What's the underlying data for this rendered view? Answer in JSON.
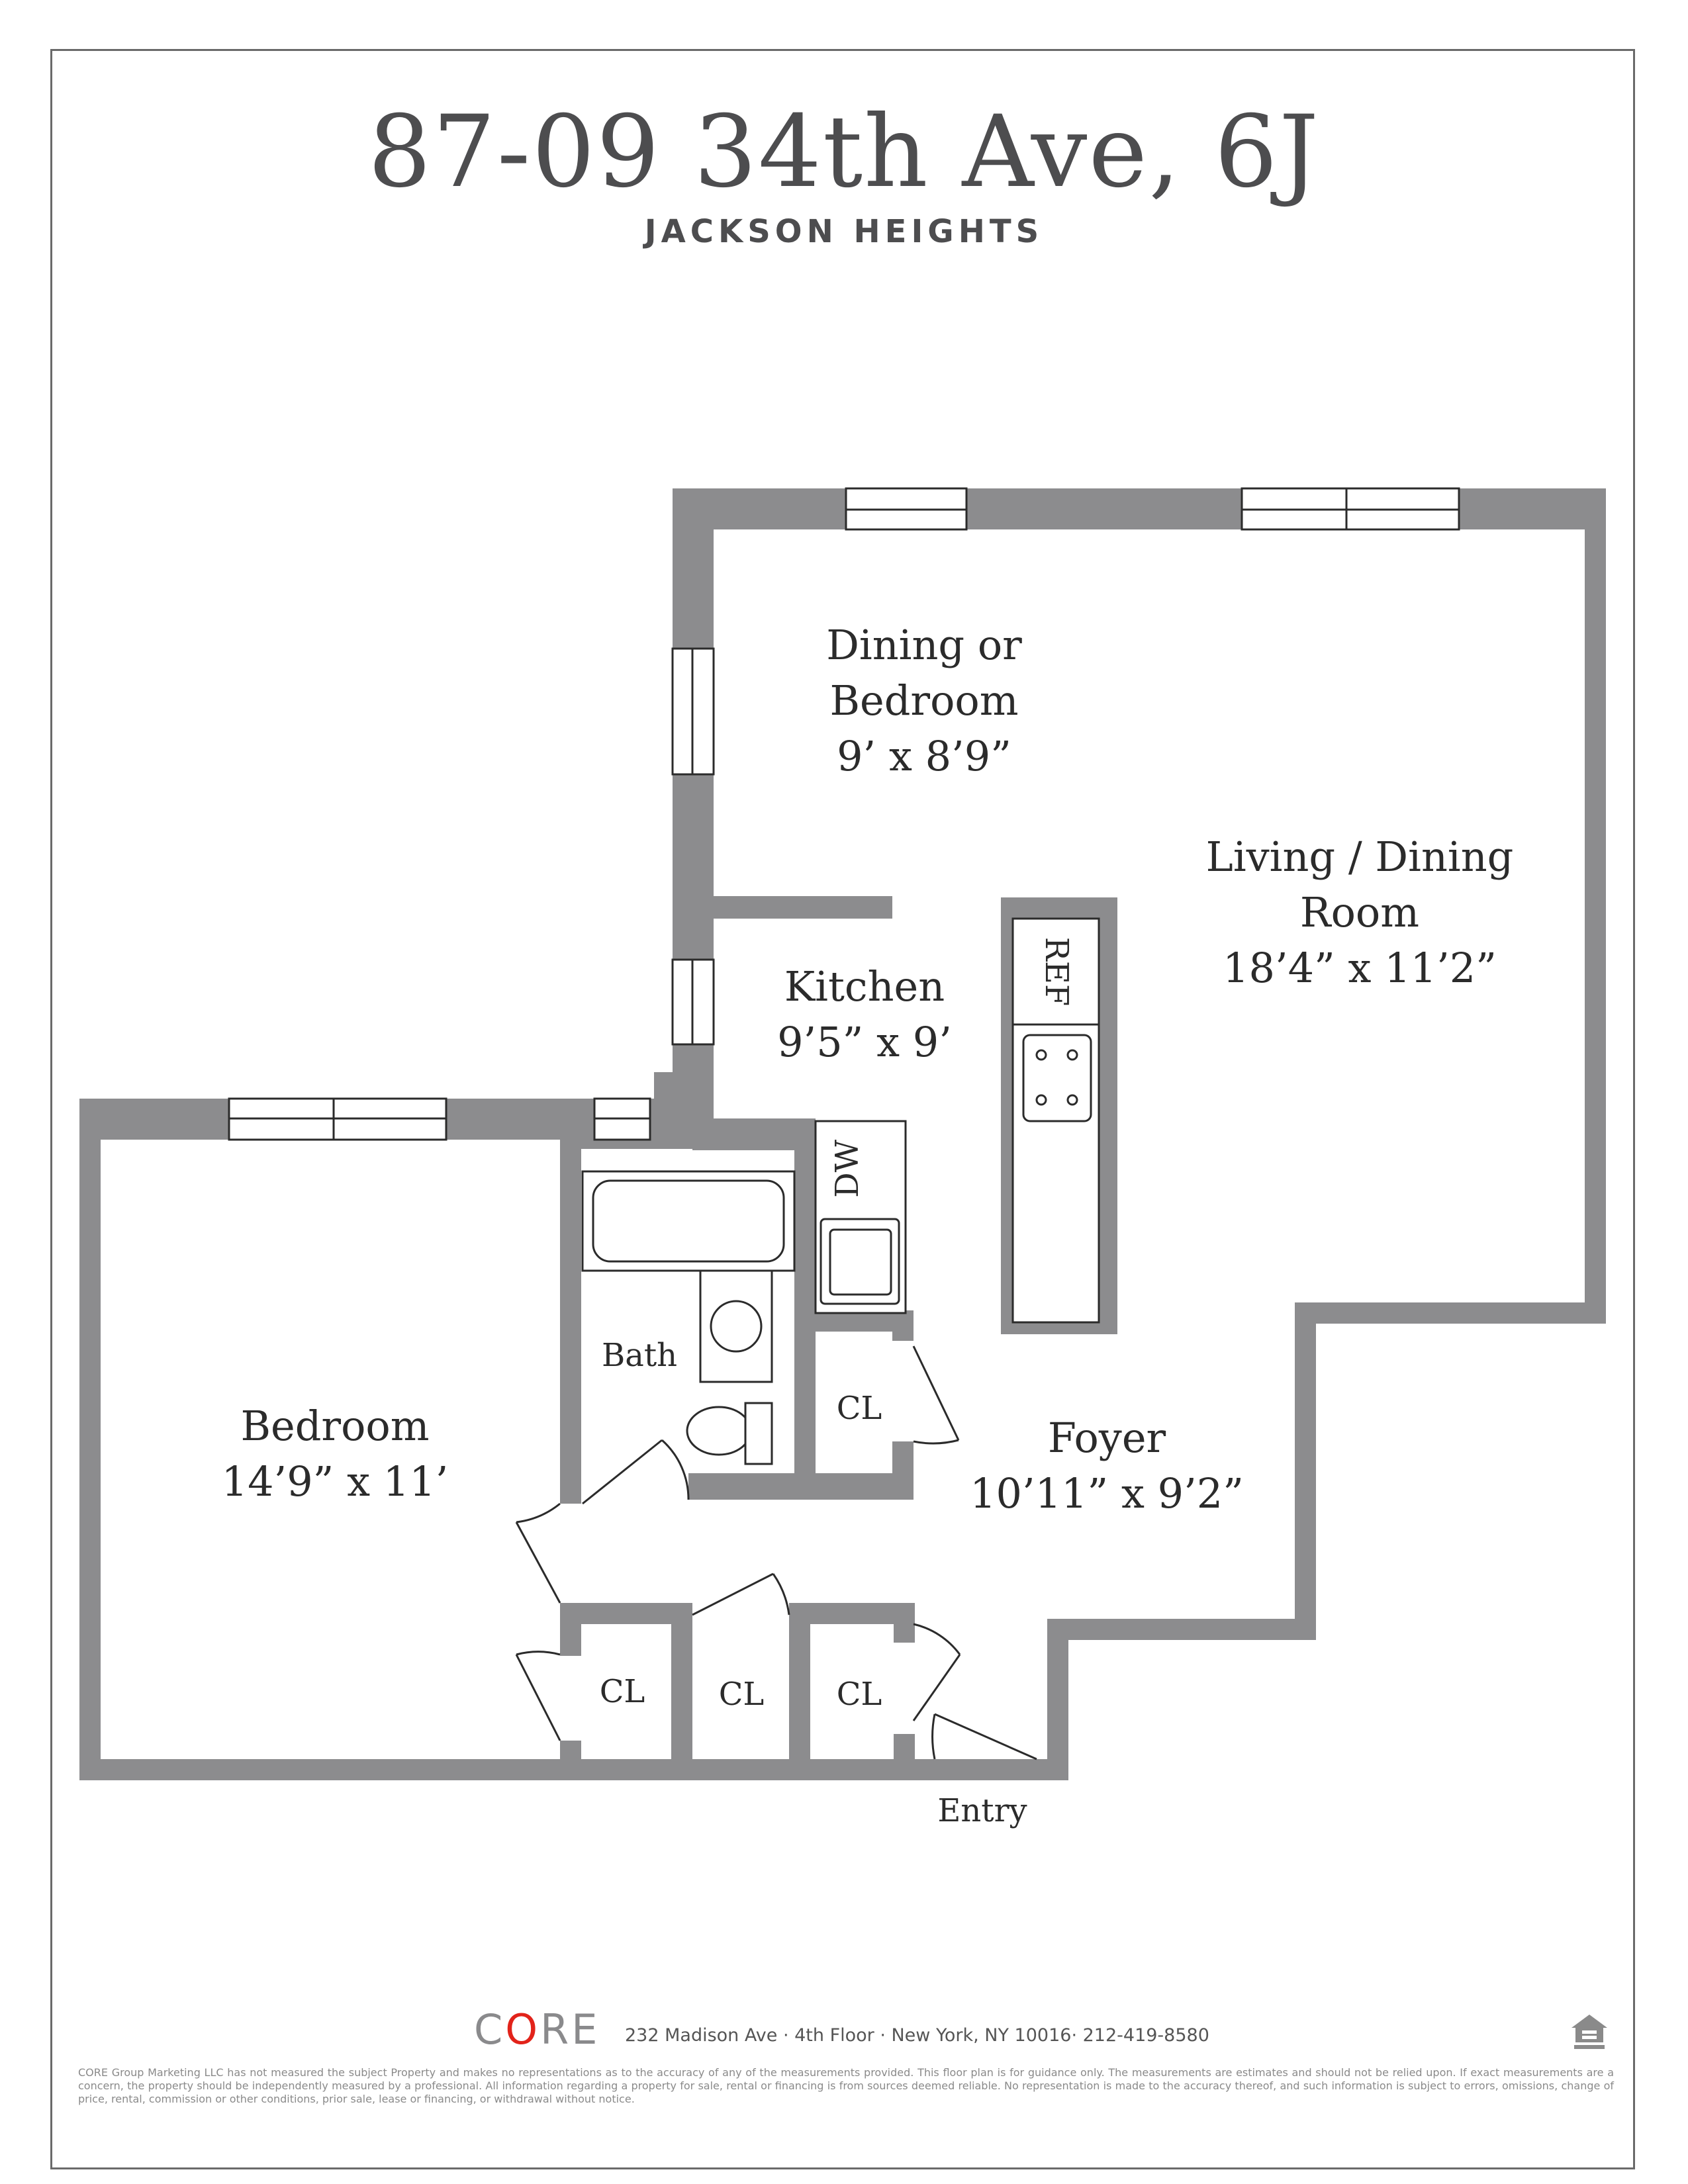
{
  "header": {
    "title": "87-09 34th Ave, 6J",
    "subtitle": "JACKSON HEIGHTS"
  },
  "rooms": {
    "dining_or_bedroom": {
      "name_line1": "Dining or",
      "name_line2": "Bedroom",
      "size": "9’ x 8’9”"
    },
    "living_dining": {
      "name_line1": "Living / Dining",
      "name_line2": "Room",
      "size": "18’4” x 11’2”"
    },
    "kitchen": {
      "name": "Kitchen",
      "size": "9’5” x 9’"
    },
    "bedroom": {
      "name": "Bedroom",
      "size": "14’9” x 11’"
    },
    "bath": {
      "name": "Bath"
    },
    "foyer": {
      "name": "Foyer",
      "size": "10’11” x 9’2”"
    },
    "closets": {
      "cl1": "CL",
      "cl2": "CL",
      "cl3": "CL",
      "cl4": "CL"
    },
    "entry": "Entry"
  },
  "appliances": {
    "ref": "REF",
    "dw": "DW"
  },
  "footer": {
    "logo_pre": "C",
    "logo_o": "O",
    "logo_post": "RE",
    "address": "232 Madison Ave · 4th Floor · New York, NY 10016· 212-419-8580",
    "disclaimer": "CORE Group Marketing LLC has not measured the subject Property and makes no representations as to the accuracy of any of the measurements provided. This floor plan is for guidance only. The measurements are estimates and should not be relied upon. If exact measurements are a concern, the property should be independently measured by a professional. All information regarding a property for sale, rental or financing is from sources deemed reliable. No representation is made to the accuracy thereof, and such information is subject to errors, omissions, change of price, rental, commission or other conditions, prior sale, lease or financing, or withdrawal without notice."
  },
  "colors": {
    "wall": "#8c8c8e",
    "text": "#2b2b2b",
    "accent": "#e2231a"
  },
  "icons": {
    "equal_housing": "equal-housing-icon"
  }
}
